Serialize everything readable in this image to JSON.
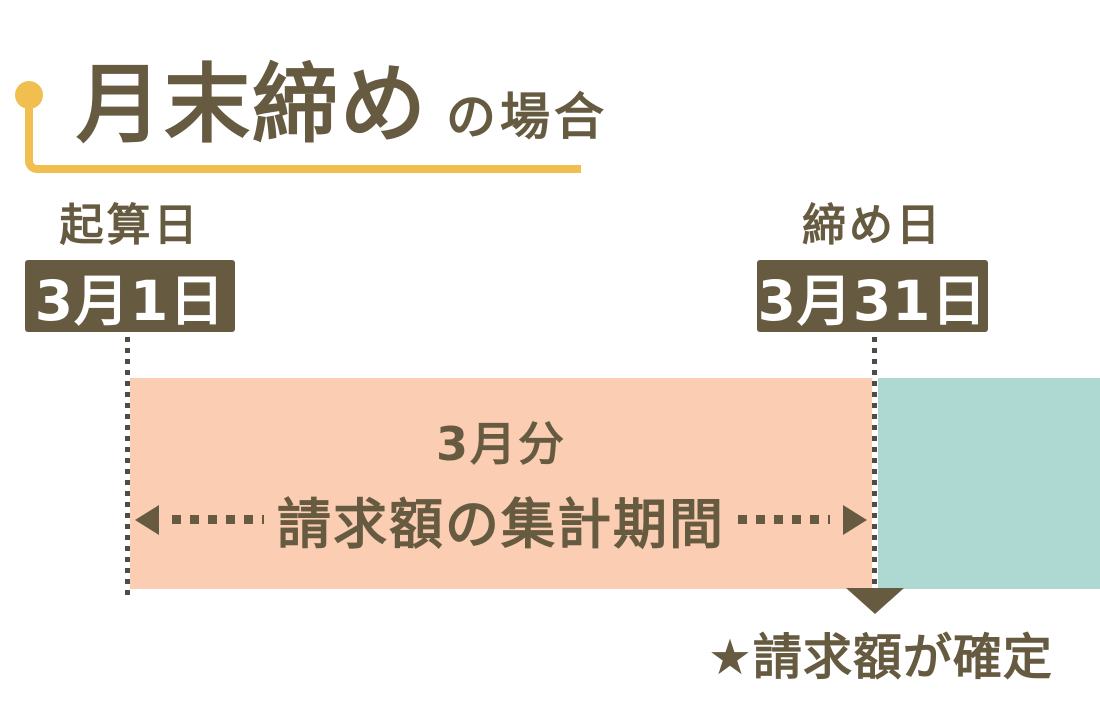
{
  "title": {
    "main": "月末締め",
    "suffix": "の場合"
  },
  "timeline": {
    "start": {
      "label": "起算日",
      "date": "3月1日"
    },
    "end": {
      "label": "締め日",
      "date": "3月31日"
    }
  },
  "period": {
    "month": "3月分",
    "label": "請求額の集計期間"
  },
  "note": "★請求額が確定",
  "colors": {
    "text_brown": "#665b40",
    "accent_yellow": "#f0bf4f",
    "aggregation_band_pink": "#fbcdb2",
    "next_period_band_teal": "#aed9d2",
    "dotted_line_gray": "#4f4b45",
    "box_text_white": "#ffffff"
  }
}
